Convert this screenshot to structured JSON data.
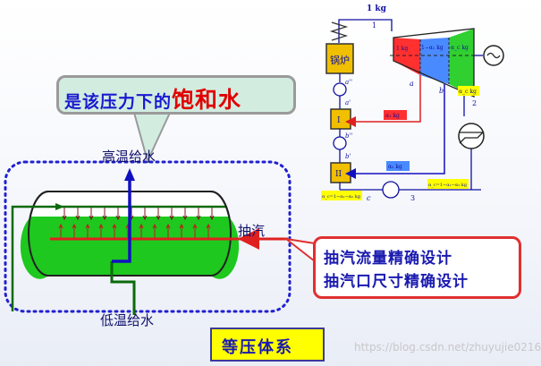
{
  "callout": {
    "prefix": "是该压力下的",
    "highlight": "饱和水"
  },
  "heater": {
    "high_temp_water": "高温给水",
    "low_temp_water": "低温给水",
    "extraction_steam": "抽汽"
  },
  "design_box": {
    "line1": "抽汽流量精确设计",
    "line2": "抽汽口尺寸精确设计"
  },
  "equal_pressure": "等压体系",
  "schematic": {
    "top_flow": "1 kg",
    "node_1": "1",
    "node_2": "2",
    "node_3": "3",
    "boiler": "锅炉",
    "point_a": "a",
    "point_b": "b",
    "point_c": "c",
    "point_a_prime": "a'",
    "point_a_dprime": "a''",
    "point_b_prime": "b'",
    "point_b_dprime": "b''",
    "heater_1": "I",
    "heater_2": "II",
    "stage1_label": "1 kg",
    "stage2_label": "1−α₁ kg",
    "stage3_label": "α_c kg",
    "alpha1": "α₁ kg",
    "alpha2": "α₂ kg",
    "alpha_c_right": "α_c kg",
    "alpha_c_eq_left": "α_c=1−α₁−α₂ kg",
    "alpha_c_eq_right": "α_c=1−α₁−α₂ kg"
  },
  "watermark": "https://blog.csdn.net/zhuyujie0216",
  "colors": {
    "water": "#1ec81e",
    "steam_red": "#e02020",
    "blue": "#1010c0",
    "dark_green": "#0a6a0a",
    "boiler": "#f0c000",
    "turbine_red": "#ff3030",
    "turbine_blue": "#4a8aff",
    "turbine_green": "#30d030"
  }
}
